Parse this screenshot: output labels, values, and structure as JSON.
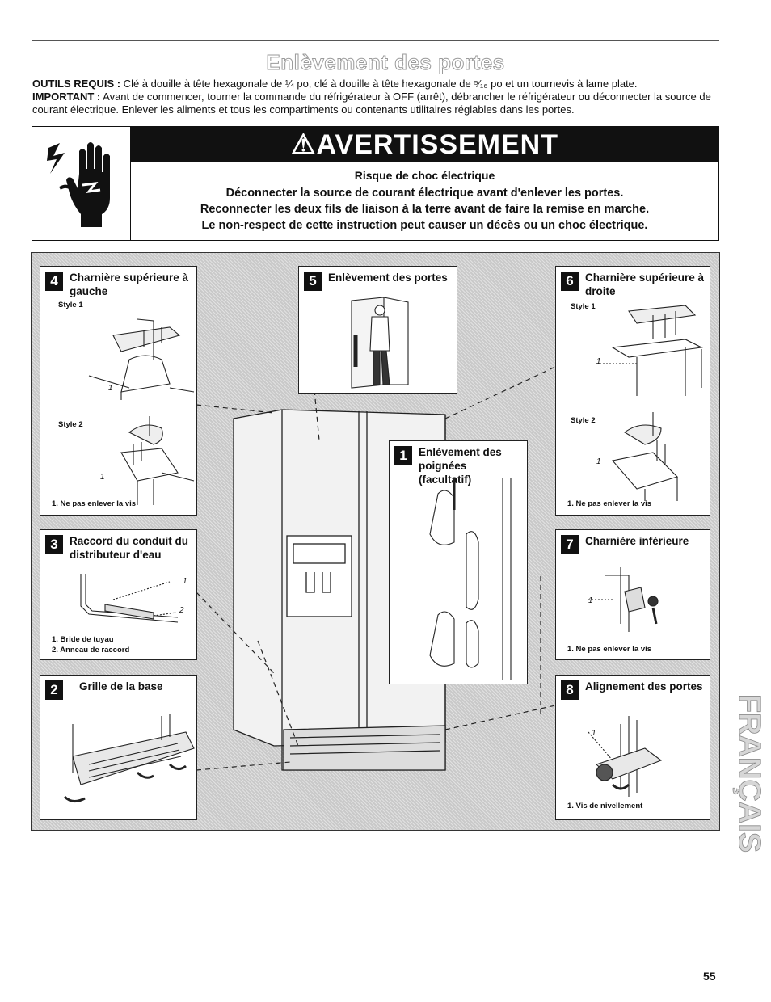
{
  "header": {
    "title": "Enlèvement des portes",
    "tools_label": "OUTILS REQUIS :",
    "tools_text": " Clé à douille à tête hexagonale de ¼ po, clé à douille à tête hexagonale de ⁵⁄₁₆ po et un tournevis à lame plate.",
    "important_label": "IMPORTANT :",
    "important_text": " Avant de commencer, tourner la commande du réfrigérateur à OFF (arrêt), débrancher le réfrigérateur ou déconnecter la source de courant électrique. Enlever les aliments et tous les compartiments ou contenants utilitaires réglables dans les portes."
  },
  "warning": {
    "banner": "AVERTISSEMENT",
    "subtitle": "Risque de choc électrique",
    "line1": "Déconnecter la source de courant électrique avant d'enlever les portes.",
    "line2": "Reconnecter les deux fils de liaison à la terre avant de faire la remise en marche.",
    "line3": "Le non-respect de cette instruction peut causer un décès ou un choc électrique.",
    "icon": "electric-shock-hand-icon"
  },
  "panels": {
    "p1": {
      "num": "1",
      "title": "Enlèvement des poignées (facultatif)"
    },
    "p2": {
      "num": "2",
      "title": "Grille de la base"
    },
    "p3": {
      "num": "3",
      "title": "Raccord du conduit du distributeur d'eau",
      "cap1": "1. Bride de tuyau",
      "cap2": "2. Anneau de raccord",
      "c1": "1",
      "c2": "2"
    },
    "p4": {
      "num": "4",
      "title": "Charnière supérieure à gauche",
      "style1": "Style 1",
      "style2": "Style 2",
      "cap": "1. Ne pas enlever la vis",
      "c1": "1"
    },
    "p5": {
      "num": "5",
      "title": "Enlèvement des portes"
    },
    "p6": {
      "num": "6",
      "title": "Charnière supérieure à droite",
      "style1": "Style 1",
      "style2": "Style 2",
      "cap": "1. Ne pas enlever la vis",
      "c1": "1"
    },
    "p7": {
      "num": "7",
      "title": "Charnière inférieure",
      "cap": "1. Ne pas enlever la vis",
      "c1": "1"
    },
    "p8": {
      "num": "8",
      "title": "Alignement des portes",
      "cap": "1. Vis de nivellement",
      "c1": "1"
    }
  },
  "page_number": "55",
  "side_tab": "FRANÇAIS"
}
